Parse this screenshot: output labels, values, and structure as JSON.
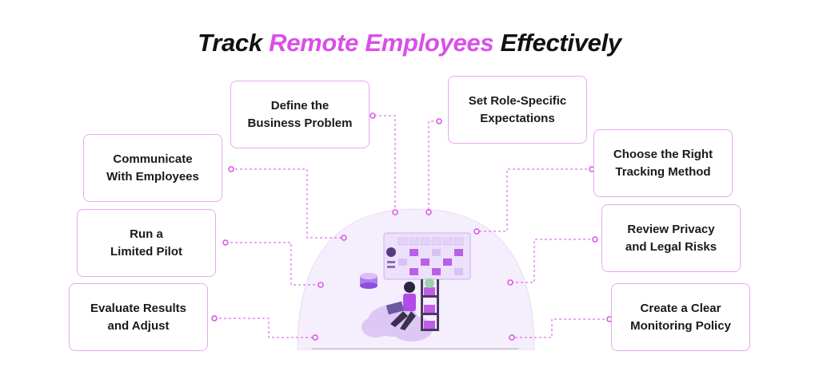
{
  "title": {
    "part1": "Track ",
    "accent": "Remote Employees",
    "part2": " Effectively"
  },
  "steps": [
    {
      "id": "define",
      "line1": "Define the",
      "line2": "Business Problem"
    },
    {
      "id": "communicate",
      "line1": "Communicate",
      "line2": "With Employees"
    },
    {
      "id": "pilot",
      "line1": "Run a",
      "line2": "Limited Pilot"
    },
    {
      "id": "evaluate",
      "line1": "Evaluate Results",
      "line2": "and Adjust"
    },
    {
      "id": "expectations",
      "line1": "Set Role-Specific",
      "line2": "Expectations"
    },
    {
      "id": "tracking",
      "line1": "Choose the Right",
      "line2": "Tracking Method"
    },
    {
      "id": "privacy",
      "line1": "Review Privacy",
      "line2": "and Legal Risks"
    },
    {
      "id": "policy",
      "line1": "Create a Clear",
      "line2": "Monitoring Policy"
    }
  ],
  "colors": {
    "accent": "#d94fe8",
    "card_border": "#e6a9ef",
    "connector": "#d94fe8",
    "dome": "#f2e9fb",
    "illustration_purple": "#a64de0"
  }
}
